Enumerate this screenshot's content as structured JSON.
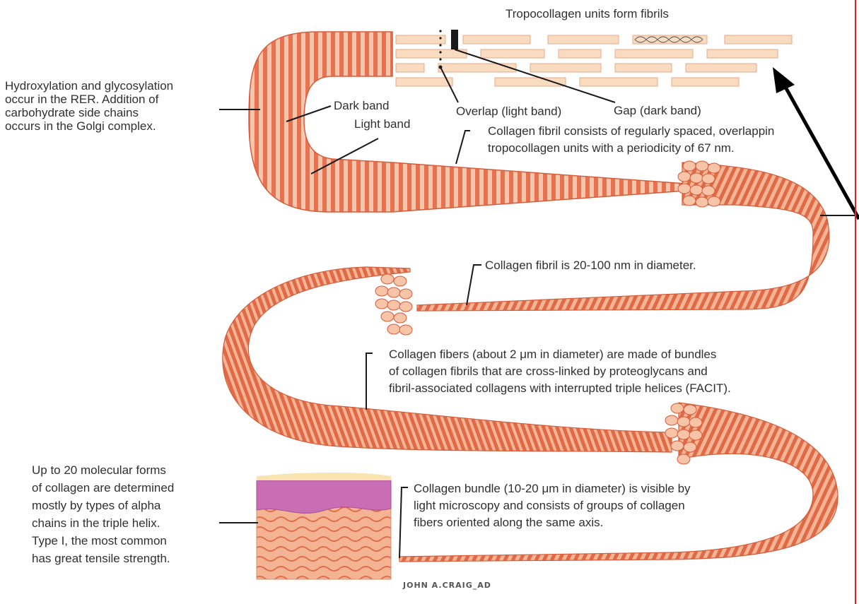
{
  "labels": {
    "tropocollagen_units": "Tropocollagen units form fibrils",
    "hydroxylation": [
      "Hydroxylation and glycosylation",
      "occur in the RER. Addition of",
      "carbohydrate side chains",
      "occurs in the Golgi complex."
    ],
    "dark_band": "Dark band",
    "light_band": "Light band",
    "overlap": "Overlap (light band)",
    "gap": "Gap (dark band)",
    "fibril_periodicity": [
      "Collagen fibril consists of regularly spaced, overlappin",
      "tropocollagen units with a periodicity of 67 nm."
    ],
    "fibril_diameter": "Collagen fibril is 20-100 nm in diameter.",
    "fibers": [
      "Collagen fibers (about 2 μm in diameter) are made of  bundles",
      "of collagen fibrils that are cross-linked by proteoglycans and",
      "fibril-associated collagens with interrupted triple helices (FACIT)."
    ],
    "molecular_forms": [
      "Up to 20 molecular forms",
      "of collagen are determined",
      "mostly by types of alpha",
      "chains in the triple helix.",
      "Type I, the most common",
      "has great tensile strength."
    ],
    "bundle": [
      "Collagen bundle (10-20 μm in diameter) is visible by",
      "light microscopy and consists of groups of collagen",
      "fibers oriented along the same axis."
    ],
    "signature": "JOHN A.CRAIG_AD"
  },
  "colors": {
    "collagen_dark": "#e8704e",
    "collagen_light": "#f7c9b0",
    "tropocollagen_fill": "#f9dcc0",
    "tissue_pink": "#c96db5",
    "border_red": "#e02020"
  },
  "icons": [
    "tropocollagen-helix-icon",
    "pointer-arrow-icon"
  ]
}
